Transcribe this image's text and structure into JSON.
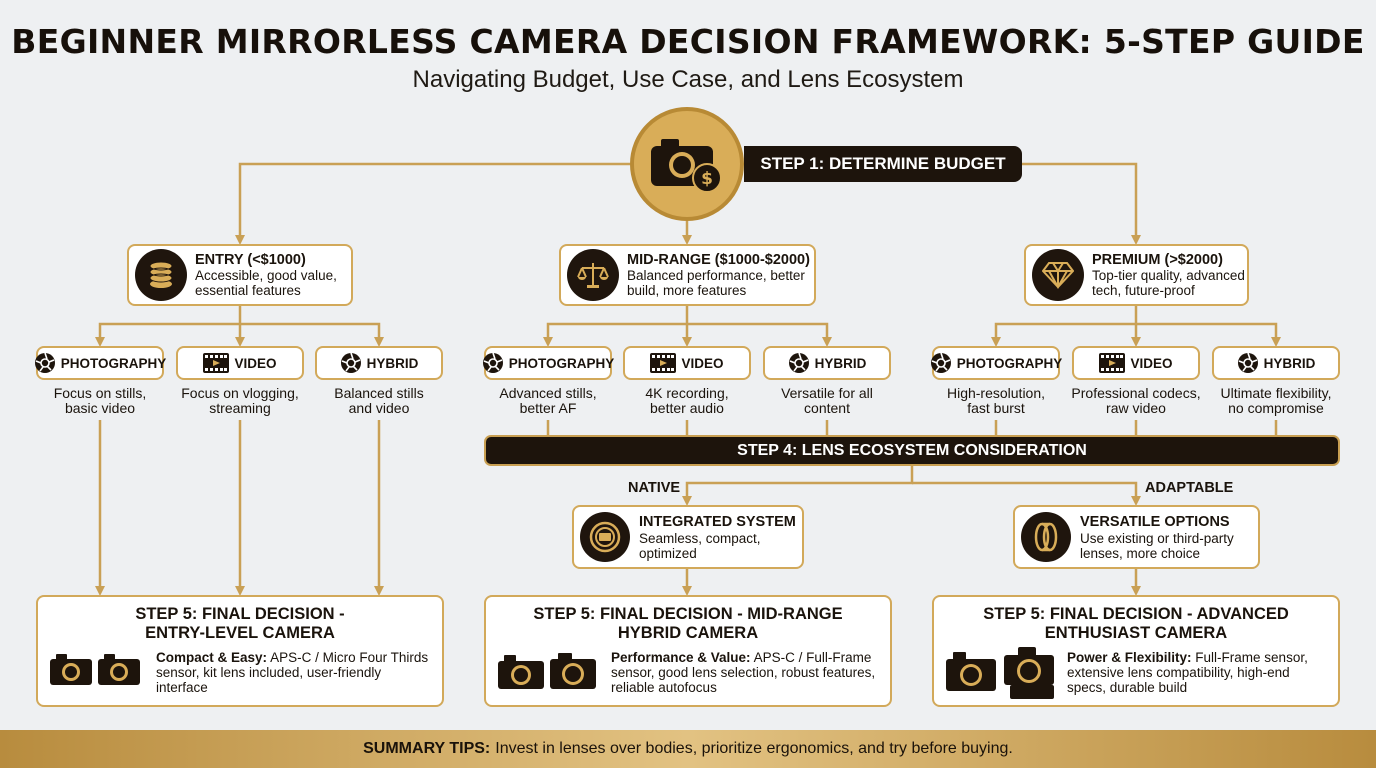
{
  "title": "BEGINNER MIRRORLESS CAMERA DECISION FRAMEWORK: 5-STEP GUIDE",
  "subtitle": "Navigating Budget, Use Case, and Lens Ecosystem",
  "step1": "STEP 1: DETERMINE BUDGET",
  "tiers": [
    {
      "title": "ENTRY (<$1000)",
      "desc1": "Accessible, good value,",
      "desc2": "essential features",
      "icon": "coins-icon"
    },
    {
      "title": "MID-RANGE ($1000-$2000)",
      "desc1": "Balanced performance, better",
      "desc2": "build, more features",
      "icon": "balance-scale-icon"
    },
    {
      "title": "PREMIUM (>$2000)",
      "desc1": "Top-tier quality, advanced",
      "desc2": "tech, future-proof",
      "icon": "diamond-icon"
    }
  ],
  "usecases": [
    [
      {
        "label": "PHOTOGRAPHY",
        "desc1": "Focus on stills,",
        "desc2": "basic video"
      },
      {
        "label": "VIDEO",
        "desc1": "Focus on vlogging,",
        "desc2": "streaming"
      },
      {
        "label": "HYBRID",
        "desc1": "Balanced stills",
        "desc2": "and video"
      }
    ],
    [
      {
        "label": "PHOTOGRAPHY",
        "desc1": "Advanced stills,",
        "desc2": "better AF"
      },
      {
        "label": "VIDEO",
        "desc1": "4K recording,",
        "desc2": "better audio"
      },
      {
        "label": "HYBRID",
        "desc1": "Versatile for all",
        "desc2": "content"
      }
    ],
    [
      {
        "label": "PHOTOGRAPHY",
        "desc1": "High-resolution,",
        "desc2": "fast burst"
      },
      {
        "label": "VIDEO",
        "desc1": "Professional codecs,",
        "desc2": "raw video"
      },
      {
        "label": "HYBRID",
        "desc1": "Ultimate flexibility,",
        "desc2": "no compromise"
      }
    ]
  ],
  "step4": "STEP 4: LENS ECOSYSTEM CONSIDERATION",
  "native_label": "NATIVE",
  "adaptable_label": "ADAPTABLE",
  "ecosystems": [
    {
      "title": "INTEGRATED SYSTEM",
      "desc1": "Seamless, compact,",
      "desc2": "optimized",
      "icon": "lens-mount-icon"
    },
    {
      "title": "VERSATILE OPTIONS",
      "desc1": "Use existing or third-party",
      "desc2": "lenses, more choice",
      "icon": "lens-adapter-icon"
    }
  ],
  "finals": [
    {
      "title1": "STEP 5: FINAL DECISION -",
      "title2": "ENTRY-LEVEL CAMERA",
      "bold": "Compact & Easy:",
      "line1": "APS-C / Micro Four Thirds",
      "line2": "sensor, kit lens included, user-friendly",
      "line3": "interface"
    },
    {
      "title1": "STEP 5: FINAL DECISION - MID-RANGE",
      "title2": "HYBRID CAMERA",
      "bold": "Performance & Value:",
      "line1": "APS-C / Full-Frame",
      "line2": "sensor, good lens selection, robust features,",
      "line3": "reliable autofocus"
    },
    {
      "title1": "STEP 5: FINAL DECISION - ADVANCED",
      "title2": "ENTHUSIAST CAMERA",
      "bold": "Power & Flexibility:",
      "line1": "Full-Frame sensor,",
      "line2": "extensive lens compatibility, high-end",
      "line3": "specs, durable build"
    }
  ],
  "summary_bold": "SUMMARY TIPS:",
  "summary_text": "Invest in lenses over bodies, prioritize ergonomics, and try before buying.",
  "colors": {
    "gold": "#d2a95a",
    "dark": "#1d140c",
    "background": "#eef0f2"
  }
}
